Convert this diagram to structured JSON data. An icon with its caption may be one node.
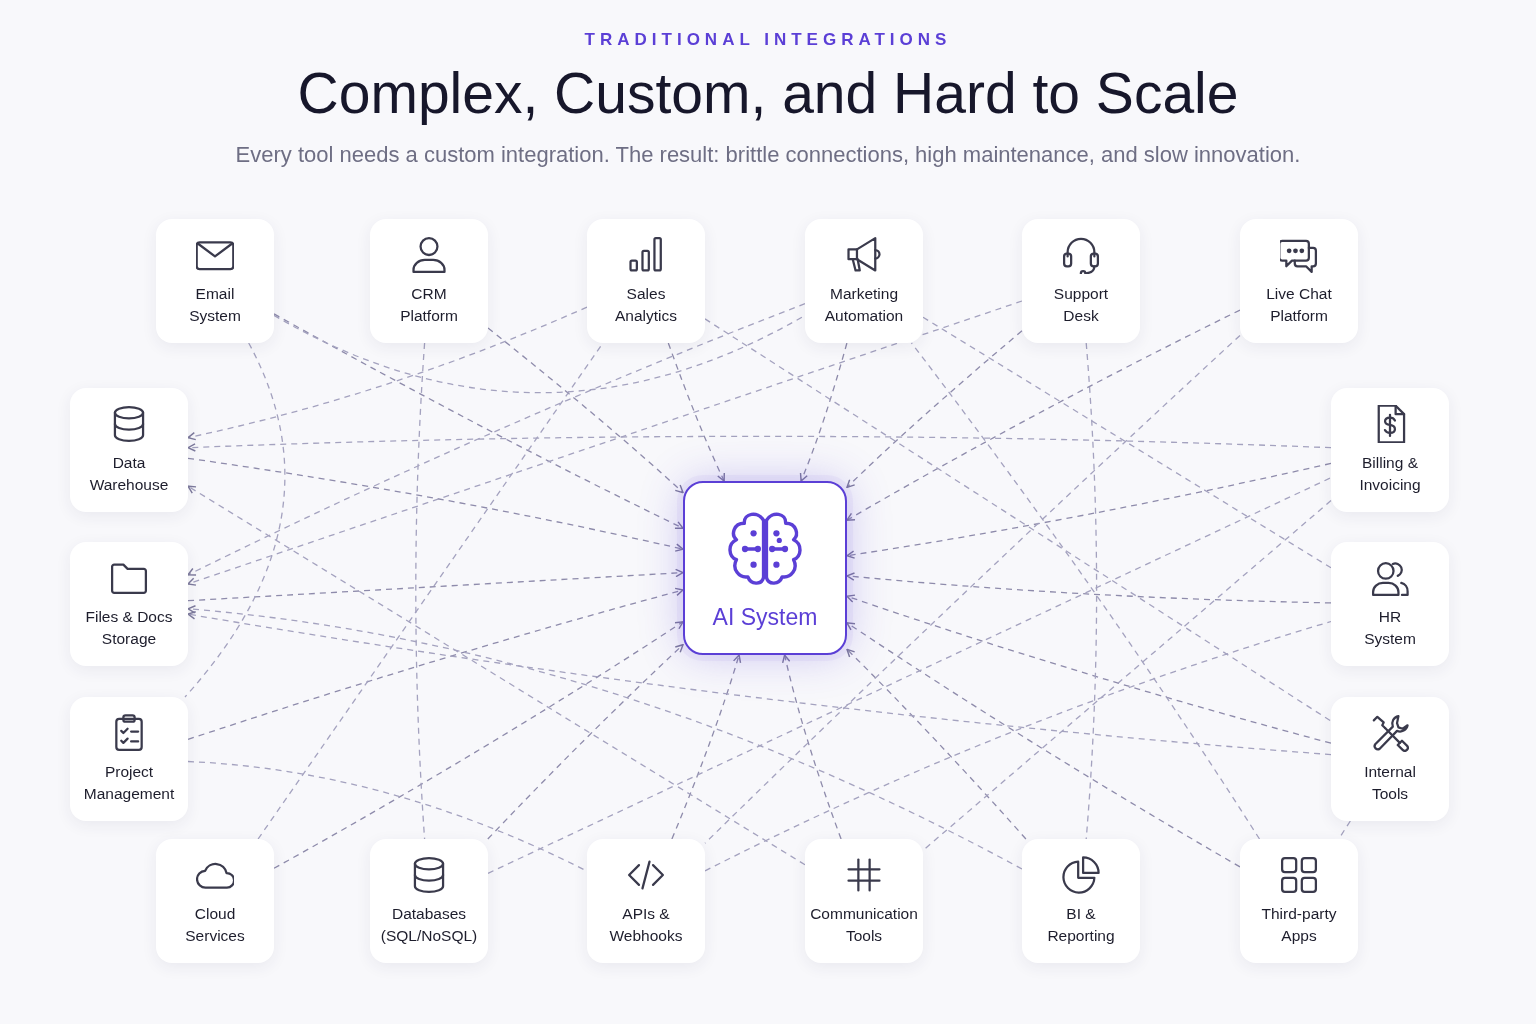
{
  "diagram": {
    "title": "Complex, Custom, and Hard to Scale",
    "labels": [
      "TRADITIONAL INTEGRATIONS",
      "Every tool needs a custom integration. The result: brittle connections, high maintenance, and slow innovation."
    ],
    "nodes": [
      {
        "text": [
          "Email System"
        ]
      },
      {
        "text": [
          "CRM Platform"
        ]
      },
      {
        "text": [
          "Sales Analytics"
        ]
      },
      {
        "text": [
          "Marketing Automation"
        ]
      },
      {
        "text": [
          "Support Desk"
        ]
      },
      {
        "text": [
          "Live Chat Platform"
        ]
      },
      {
        "text": [
          "Data Warehouse"
        ]
      },
      {
        "text": [
          "Billing & Invoicing"
        ]
      },
      {
        "text": [
          "AI System"
        ]
      },
      {
        "text": [
          "Files & Docs Storage"
        ]
      },
      {
        "text": [
          "HR System"
        ]
      },
      {
        "text": [
          "Project Management"
        ]
      },
      {
        "text": [
          "Internal Tools"
        ]
      },
      {
        "text": [
          "Cloud Services"
        ]
      },
      {
        "text": [
          "Databases (SQL/NoSQL)"
        ]
      },
      {
        "text": [
          "APIs & Webhooks"
        ]
      },
      {
        "text": [
          "Communication Tools"
        ]
      },
      {
        "text": [
          "BI & Reporting"
        ]
      },
      {
        "text": [
          "Third-party Apps"
        ]
      }
    ],
    "edges": [
      {
        "from": 0,
        "to": 8,
        "arrow": "to",
        "style": "dashed"
      },
      {
        "from": 1,
        "to": 8,
        "arrow": "to",
        "style": "dashed"
      },
      {
        "from": 2,
        "to": 8,
        "arrow": "to",
        "style": "dashed"
      },
      {
        "from": 3,
        "to": 8,
        "arrow": "to",
        "style": "dashed"
      },
      {
        "from": 4,
        "to": 8,
        "arrow": "to",
        "style": "dashed"
      },
      {
        "from": 5,
        "to": 8,
        "arrow": "to",
        "style": "dashed"
      },
      {
        "from": 6,
        "to": 8,
        "arrow": "to",
        "style": "dashed"
      },
      {
        "from": 7,
        "to": 8,
        "arrow": "to",
        "style": "dashed"
      },
      {
        "from": 9,
        "to": 8,
        "arrow": "to",
        "style": "dashed"
      },
      {
        "from": 10,
        "to": 8,
        "arrow": "to",
        "style": "dashed"
      },
      {
        "from": 11,
        "to": 8,
        "arrow": "to",
        "style": "dashed"
      },
      {
        "from": 12,
        "to": 8,
        "arrow": "to",
        "style": "dashed"
      },
      {
        "from": 13,
        "to": 8,
        "arrow": "to",
        "style": "dashed"
      },
      {
        "from": 14,
        "to": 8,
        "arrow": "to",
        "style": "dashed"
      },
      {
        "from": 15,
        "to": 8,
        "arrow": "to",
        "style": "dashed"
      },
      {
        "from": 16,
        "to": 8,
        "arrow": "to",
        "style": "dashed"
      },
      {
        "from": 17,
        "to": 8,
        "arrow": "to",
        "style": "dashed"
      },
      {
        "from": 18,
        "to": 8,
        "arrow": "to",
        "style": "dashed"
      },
      {
        "from": 2,
        "to": 6,
        "arrow": "to",
        "style": "dashed"
      },
      {
        "from": 3,
        "to": 9,
        "arrow": "to",
        "style": "dashed"
      },
      {
        "from": 7,
        "to": 6,
        "arrow": "to",
        "style": "dashed"
      },
      {
        "from": 12,
        "to": 9,
        "arrow": "to",
        "style": "dashed"
      },
      {
        "from": 1,
        "to": 14,
        "arrow": "none",
        "style": "dashed"
      },
      {
        "from": 4,
        "to": 17,
        "arrow": "none",
        "style": "dashed"
      },
      {
        "from": 2,
        "to": 12,
        "arrow": "none",
        "style": "dashed"
      },
      {
        "from": 5,
        "to": 15,
        "arrow": "none",
        "style": "dashed"
      },
      {
        "from": 11,
        "to": 15,
        "arrow": "none",
        "style": "dashed"
      },
      {
        "from": 14,
        "to": 7,
        "arrow": "none",
        "style": "dashed"
      },
      {
        "from": 15,
        "to": 10,
        "arrow": "none",
        "style": "dashed"
      },
      {
        "from": 16,
        "to": 6,
        "arrow": "to",
        "style": "dashed"
      },
      {
        "from": 17,
        "to": 9,
        "arrow": "to",
        "style": "dashed"
      },
      {
        "from": 13,
        "to": 2,
        "arrow": "none",
        "style": "dashed"
      },
      {
        "from": 18,
        "to": 3,
        "arrow": "none",
        "style": "dashed"
      },
      {
        "from": 4,
        "to": 9,
        "arrow": "to",
        "style": "dashed"
      },
      {
        "from": 0,
        "to": 11,
        "arrow": "none",
        "style": "dashed"
      },
      {
        "from": 3,
        "to": 10,
        "arrow": "none",
        "style": "dashed"
      },
      {
        "from": 7,
        "to": 16,
        "arrow": "none",
        "style": "dashed"
      },
      {
        "from": 12,
        "to": 18,
        "arrow": "none",
        "style": "dashed"
      },
      {
        "from": 0,
        "to": 3,
        "arrow": "none",
        "style": "dashed"
      }
    ]
  }
}
